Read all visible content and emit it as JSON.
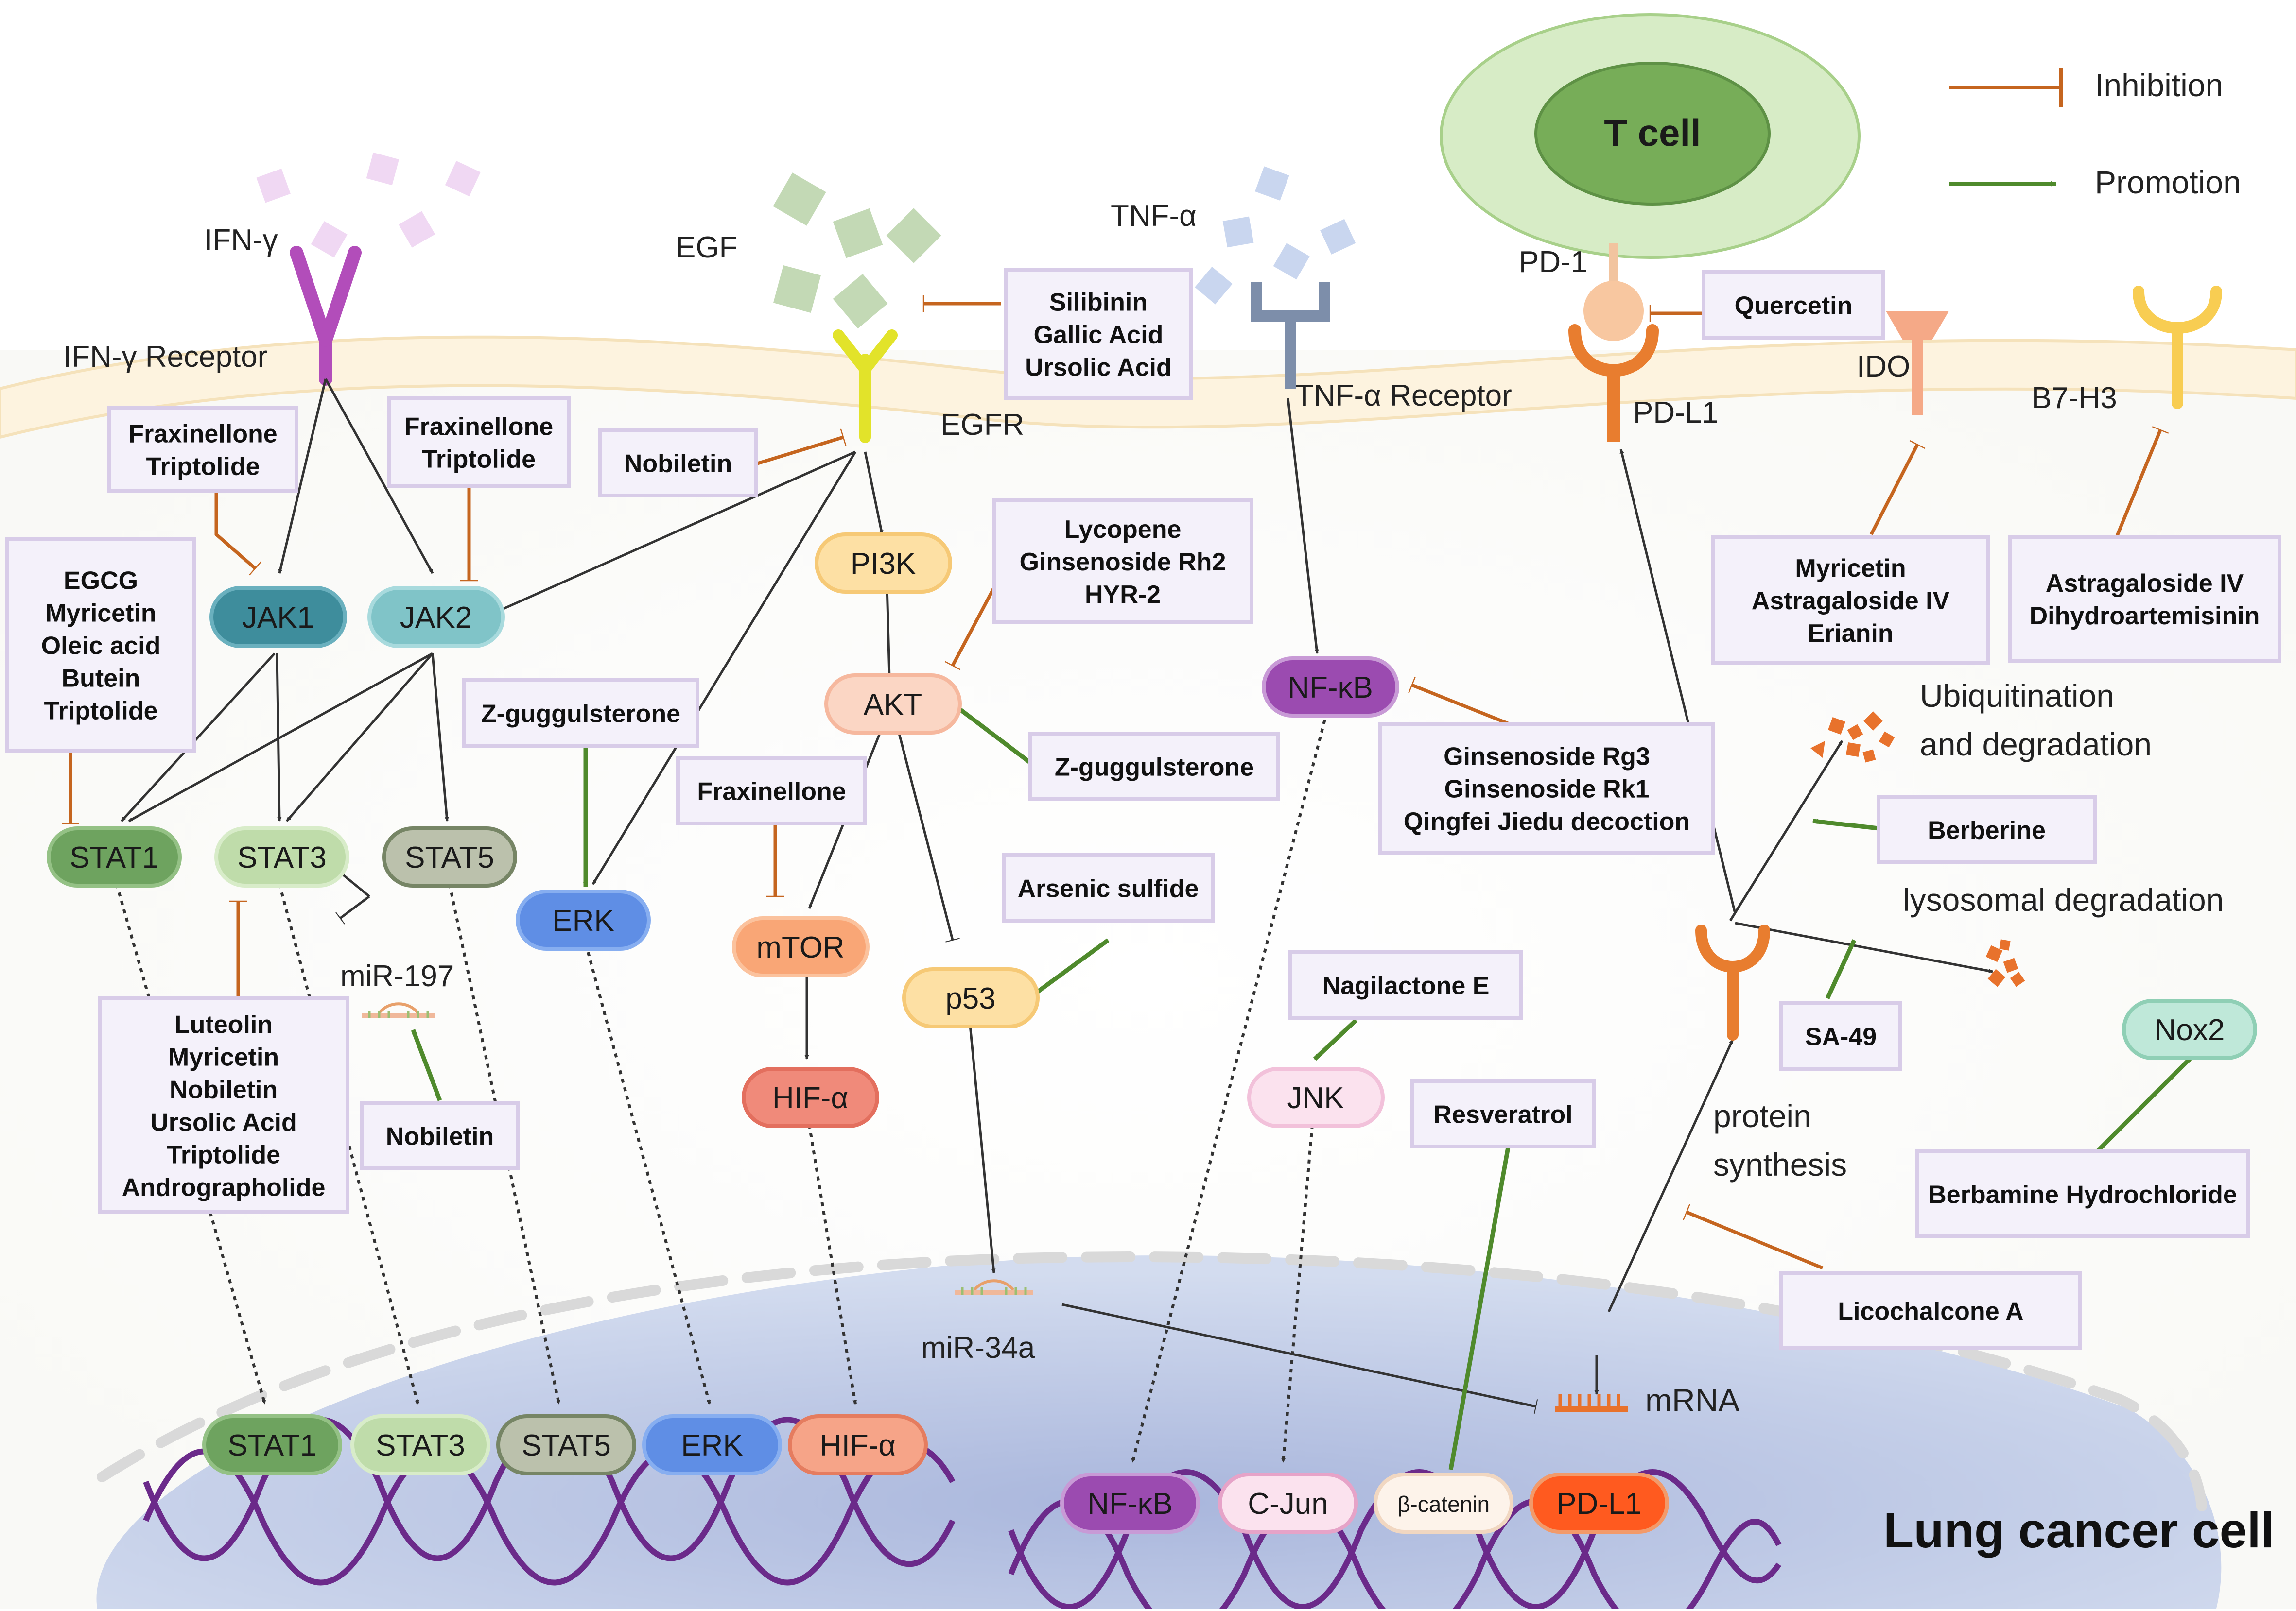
{
  "legend": {
    "inhibition": "Inhibition",
    "promotion": "Promotion"
  },
  "cell_label": "Lung cancer cell",
  "tcell": {
    "label": "T cell"
  },
  "ligands": {
    "ifng": "IFN-γ",
    "egf": "EGF",
    "tnfa": "TNF-α"
  },
  "receptors": {
    "ifng": "IFN-γ Receptor",
    "egfr": "EGFR",
    "tnfa": "TNF-α Receptor",
    "pd1": "PD-1",
    "pdl1": "PD-L1",
    "ido": "IDO",
    "b7h3": "B7-H3"
  },
  "nodes": {
    "jak1": "JAK1",
    "jak2": "JAK2",
    "stat1": "STAT1",
    "stat3": "STAT3",
    "stat5": "STAT5",
    "erk": "ERK",
    "pi3k": "PI3K",
    "akt": "AKT",
    "mtor": "mTOR",
    "hif": "HIF-α",
    "p53": "p53",
    "nfkb": "NF-κB",
    "jnk": "JNK",
    "nox2": "Nox2",
    "mir197": "miR-197",
    "mir34a": "miR-34a",
    "mrna": "mRNA"
  },
  "nuclear": {
    "stat1": "STAT1",
    "stat3": "STAT3",
    "stat5": "STAT5",
    "erk": "ERK",
    "hif": "HIF-α",
    "nfkb": "NF-κB",
    "cjun": "C-Jun",
    "bcat": "β-catenin",
    "pdl1": "PD-L1"
  },
  "annotations": {
    "ubiquitination": [
      "Ubiquitination",
      "and degradation"
    ],
    "lysosomal": "lysosomal degradation",
    "protein_synthesis": [
      "protein",
      "synthesis"
    ]
  },
  "drugs": {
    "d_silibinin": [
      "Silibinin",
      "Gallic Acid",
      "Ursolic Acid"
    ],
    "d_frax1": [
      "Fraxinellone",
      "Triptolide"
    ],
    "d_frax2": [
      "Fraxinellone",
      "Triptolide"
    ],
    "d_nobiletin1": [
      "Nobiletin"
    ],
    "d_egcg": [
      "EGCG",
      "Myricetin",
      "Oleic acid",
      "Butein",
      "Triptolide"
    ],
    "d_lycopene": [
      "Lycopene",
      "Ginsenoside Rh2",
      "HYR-2"
    ],
    "d_zgug1": [
      "Z-guggulsterone"
    ],
    "d_zgug2": [
      "Z-guggulsterone"
    ],
    "d_frax3": [
      "Fraxinellone"
    ],
    "d_arsenic": [
      "Arsenic sulfide"
    ],
    "d_luteolin": [
      "Luteolin",
      "Myricetin",
      "Nobiletin",
      "Ursolic Acid",
      "Triptolide",
      "Andrographolide"
    ],
    "d_nobiletin2": [
      "Nobiletin"
    ],
    "d_ginsenoside": [
      "Ginsenoside Rg3",
      "Ginsenoside Rk1",
      "Qingfei Jiedu decoction"
    ],
    "d_quercetin": [
      "Quercetin"
    ],
    "d_myricetin": [
      "Myricetin",
      "Astragaloside IV",
      "Erianin"
    ],
    "d_astragaloside": [
      "Astragaloside IV",
      "Dihydroartemisinin"
    ],
    "d_berberine": [
      "Berberine"
    ],
    "d_sa49": [
      "SA-49"
    ],
    "d_nagilactone": [
      "Nagilactone E"
    ],
    "d_resveratrol": [
      "Resveratrol"
    ],
    "d_berbamine": [
      "Berbamine Hydrochloride"
    ],
    "d_licochalcone": [
      "Licochalcone A"
    ]
  },
  "colors": {
    "inhibition": "#c5651f",
    "promotion": "#4f8a2c",
    "box_fill": "#f4f1fa",
    "box_stroke": "#d8cce8",
    "membrane": "#fdf6e6",
    "nucleus": "#c7d2eb",
    "dna": "#6b2a8a"
  }
}
